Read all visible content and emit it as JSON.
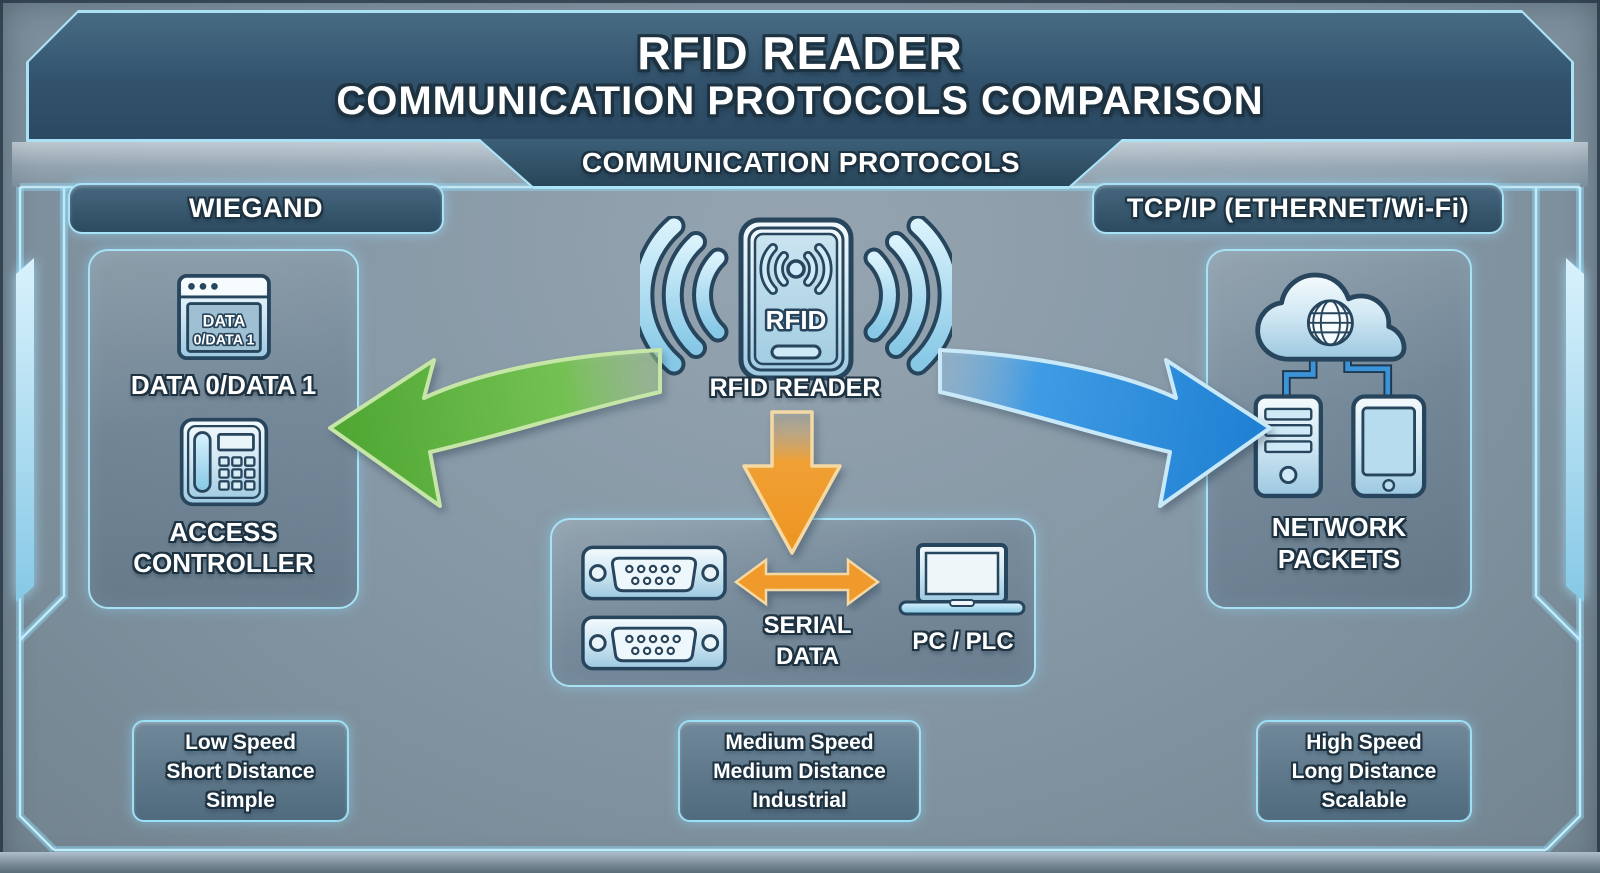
{
  "title": {
    "line1": "RFID READER",
    "line2": "COMMUNICATION PROTOCOLS COMPARISON"
  },
  "banner": "COMMUNICATION PROTOCOLS",
  "center": {
    "device_screen_text": "RFID",
    "device_label": "RFID READER"
  },
  "wiegand": {
    "header": "WIEGAND",
    "data_icon_caption": [
      "DATA",
      "0/DATA 1"
    ],
    "data_label": "DATA 0/DATA 1",
    "controller_label": [
      "ACCESS",
      "CONTROLLER"
    ],
    "summary": [
      "Low Speed",
      "Short Distance",
      "Simple"
    ]
  },
  "serial": {
    "label": [
      "SERIAL",
      "DATA"
    ],
    "device_label": "PC / PLC",
    "summary": [
      "Medium Speed",
      "Medium Distance",
      "Industrial"
    ]
  },
  "tcpip": {
    "header": "TCP/IP (ETHERNET/Wi-Fi)",
    "label": [
      "NETWORK",
      "PACKETS"
    ],
    "summary": [
      "High Speed",
      "Long Distance",
      "Scalable"
    ]
  },
  "colors": {
    "accent_cyan": "#9fdcf2",
    "arrow_green": "#5fb341",
    "arrow_orange": "#f09a2b",
    "arrow_blue": "#2d8ade",
    "icon_outline": "#27455c"
  }
}
